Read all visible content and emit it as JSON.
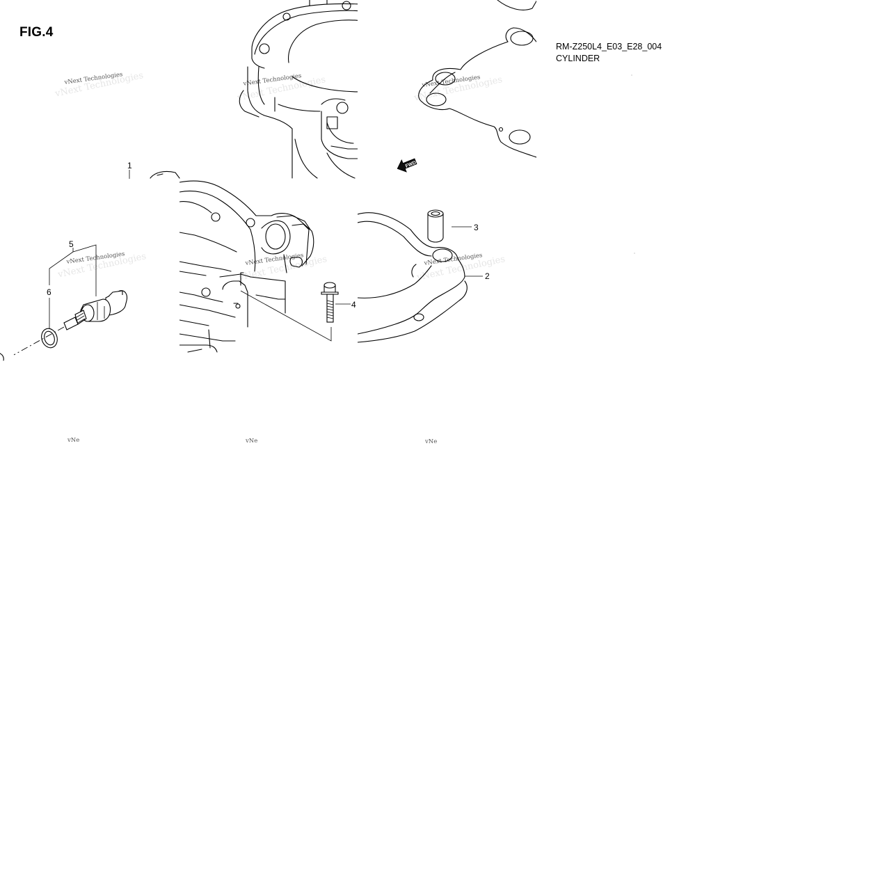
{
  "figure": {
    "label": "FIG.4"
  },
  "header": {
    "code": "RM-Z250L4_E03_E28_004",
    "title": "CYLINDER"
  },
  "callouts": {
    "part_1": "1",
    "part_2": "2",
    "part_3": "3",
    "part_4": "4",
    "part_5": "5",
    "part_6": "6"
  },
  "badges": {
    "forward_arrow": "FWD"
  },
  "watermark": {
    "text": "vNext Technologies",
    "partial": "vNe"
  },
  "icons": {
    "forward_arrow": "fwd-arrow-icon"
  }
}
